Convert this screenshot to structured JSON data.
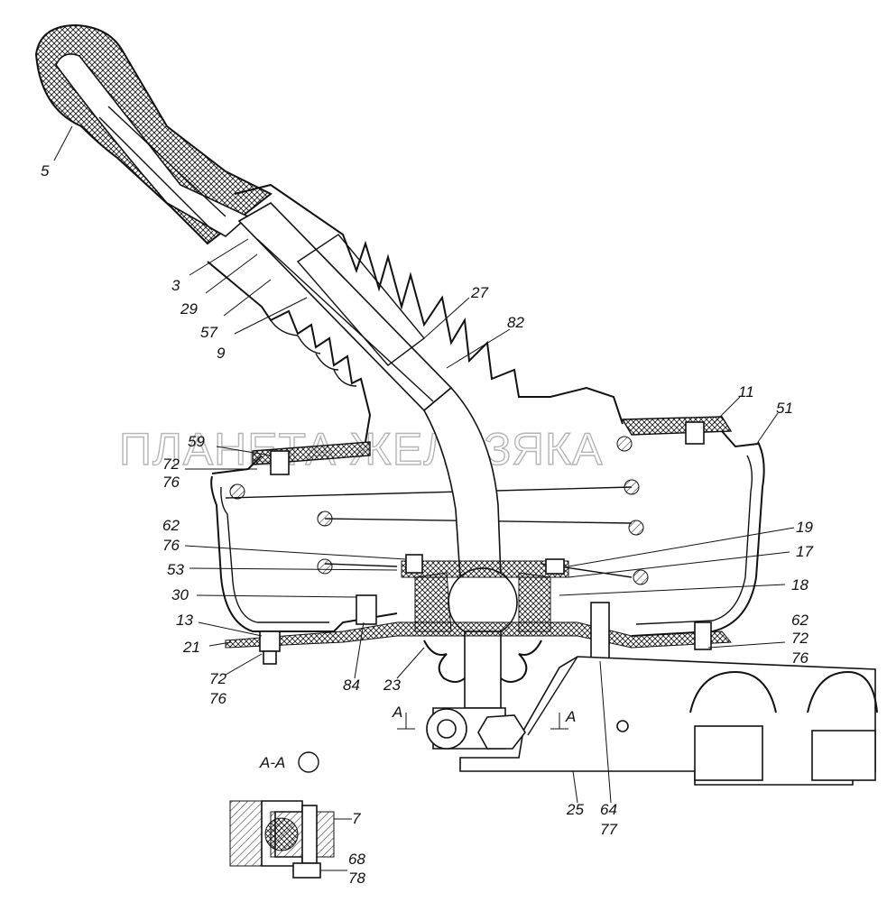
{
  "watermark": "ПЛАНЕТА ЖЕЛЕЗЯКА",
  "section_label": "A-A",
  "section_marks": [
    "A",
    "A"
  ],
  "callouts": {
    "c5": "5",
    "c3": "3",
    "c29": "29",
    "c57": "57",
    "c9": "9",
    "c27": "27",
    "c82": "82",
    "c11": "11",
    "c51": "51",
    "c59": "59",
    "c72a": "72",
    "c76a": "76",
    "c62a": "62",
    "c76b": "76",
    "c53": "53",
    "c30": "30",
    "c13": "13",
    "c21": "21",
    "c72b": "72",
    "c76c": "76",
    "c84": "84",
    "c23": "23",
    "c19": "19",
    "c17": "17",
    "c18": "18",
    "c62b": "62",
    "c72c": "72",
    "c76d": "76",
    "c25": "25",
    "c64": "64",
    "c77": "77",
    "c7": "7",
    "c68": "68",
    "c78": "78"
  }
}
